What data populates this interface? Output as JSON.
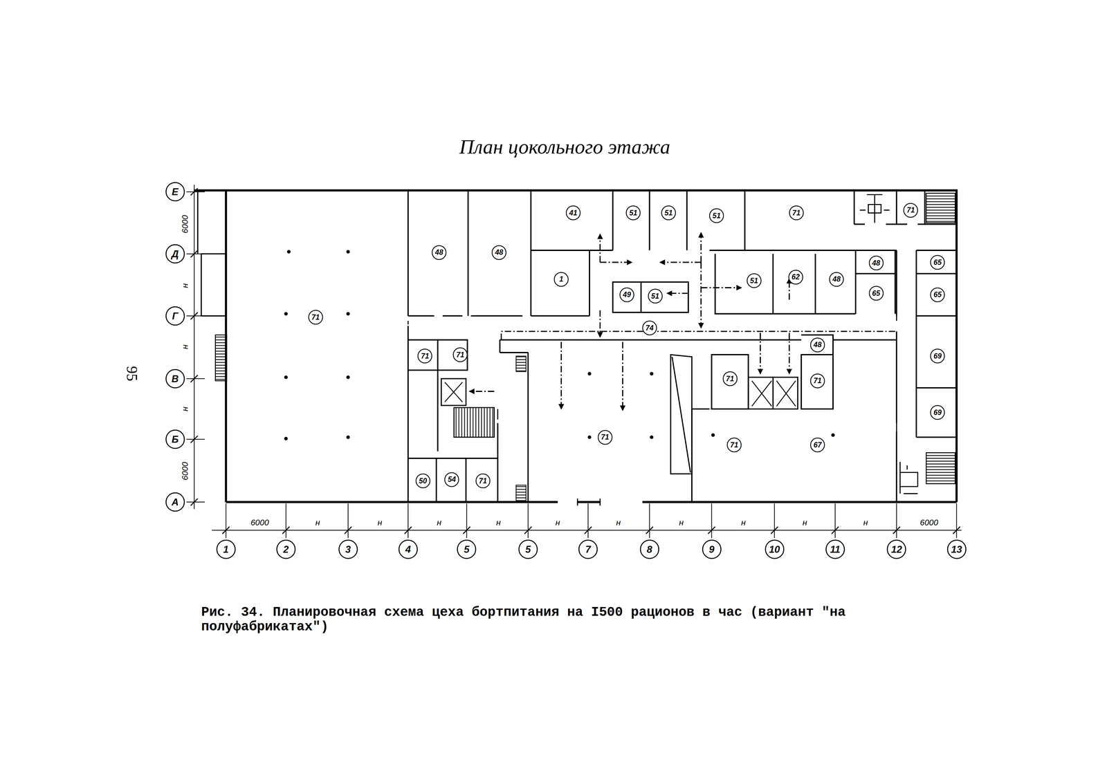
{
  "diagram": {
    "title": "План цокольного этажа",
    "caption": "Рис. 34. Планировочная схема цеха бортпитания на I500 рационов в час (вариант \"на полуфабрикатах\")",
    "nodes": [
      {
        "text": [
          "Е"
        ]
      },
      {
        "text": [
          "Д"
        ]
      },
      {
        "text": [
          "Г"
        ]
      },
      {
        "text": [
          "В"
        ]
      },
      {
        "text": [
          "Б"
        ]
      },
      {
        "text": [
          "А"
        ]
      },
      {
        "text": [
          "41"
        ]
      },
      {
        "text": [
          "51"
        ]
      },
      {
        "text": [
          "51"
        ]
      },
      {
        "text": [
          "51"
        ]
      },
      {
        "text": [
          "71"
        ]
      },
      {
        "text": [
          "71"
        ]
      },
      {
        "text": [
          "48"
        ]
      },
      {
        "text": [
          "48"
        ]
      },
      {
        "text": [
          "48"
        ]
      },
      {
        "text": [
          "65"
        ]
      },
      {
        "text": [
          "1"
        ]
      },
      {
        "text": [
          "51"
        ]
      },
      {
        "text": [
          "62"
        ]
      },
      {
        "text": [
          "48"
        ]
      },
      {
        "text": [
          "49"
        ]
      },
      {
        "text": [
          "51"
        ]
      },
      {
        "text": [
          "65"
        ]
      },
      {
        "text": [
          "65"
        ]
      },
      {
        "text": [
          "71"
        ]
      },
      {
        "text": [
          "74"
        ]
      },
      {
        "text": [
          "48"
        ]
      },
      {
        "text": [
          "71"
        ]
      },
      {
        "text": [
          "71"
        ]
      },
      {
        "text": [
          "69"
        ]
      },
      {
        "text": [
          "71"
        ]
      },
      {
        "text": [
          "71"
        ]
      },
      {
        "text": [
          "69"
        ]
      },
      {
        "text": [
          "71"
        ]
      },
      {
        "text": [
          "71"
        ]
      },
      {
        "text": [
          "67"
        ]
      },
      {
        "text": [
          "50"
        ]
      },
      {
        "text": [
          "54"
        ]
      },
      {
        "text": [
          "71"
        ]
      },
      {
        "text": [
          "1"
        ]
      },
      {
        "text": [
          "2"
        ]
      },
      {
        "text": [
          "3"
        ]
      },
      {
        "text": [
          "4"
        ]
      },
      {
        "text": [
          "5"
        ]
      },
      {
        "text": [
          "5"
        ]
      },
      {
        "text": [
          "7"
        ]
      },
      {
        "text": [
          "8"
        ]
      },
      {
        "text": [
          "9"
        ]
      },
      {
        "text": [
          "10"
        ]
      },
      {
        "text": [
          "11"
        ]
      },
      {
        "text": [
          "12"
        ]
      },
      {
        "text": [
          "13"
        ]
      }
    ],
    "labels": [
      "95",
      "6000",
      "н",
      "н",
      "н",
      "6000",
      "6000",
      "н",
      "н",
      "н",
      "н",
      "н",
      "н",
      "н",
      "н",
      "н",
      "н",
      "6000"
    ]
  }
}
